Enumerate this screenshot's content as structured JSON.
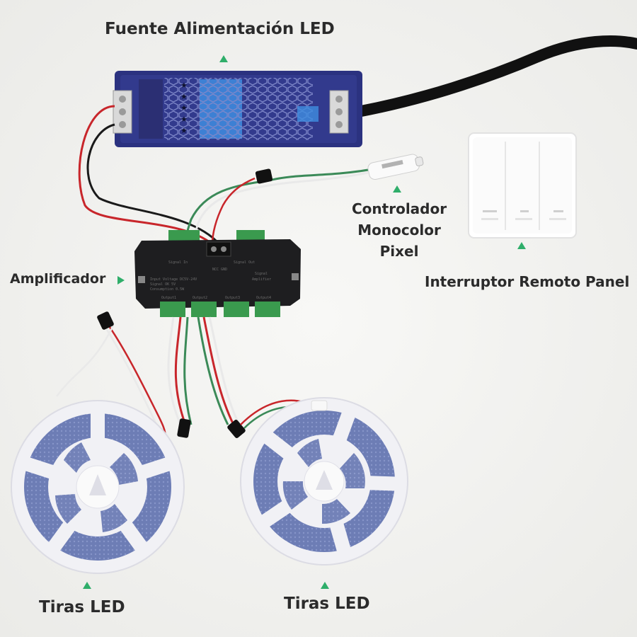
{
  "labels": {
    "power_supply": "Fuente Alimentación LED",
    "controller_line1": "Controlador",
    "controller_line2": "Monocolor",
    "controller_line3": "Pixel",
    "remote_switch": "Interruptor Remoto Panel",
    "amplifier": "Amplificador",
    "strip_left": "Tiras LED",
    "strip_right": "Tiras LED"
  },
  "colors": {
    "background": "#f4f4f2",
    "arrow": "#2fae6a",
    "psu_body": "#2b3280",
    "psu_fan": "#3f8de0",
    "amp_body": "#1e1e20",
    "terminal_green": "#3a9a4e",
    "wire_red": "#c8262b",
    "wire_black": "#1a1a1a",
    "wire_white": "#e9e9e9",
    "wire_green": "#3b8a58",
    "reel_white": "#f1f1f5",
    "strip_blue": "#6d7db5",
    "switch_white": "#fbfbfb"
  }
}
